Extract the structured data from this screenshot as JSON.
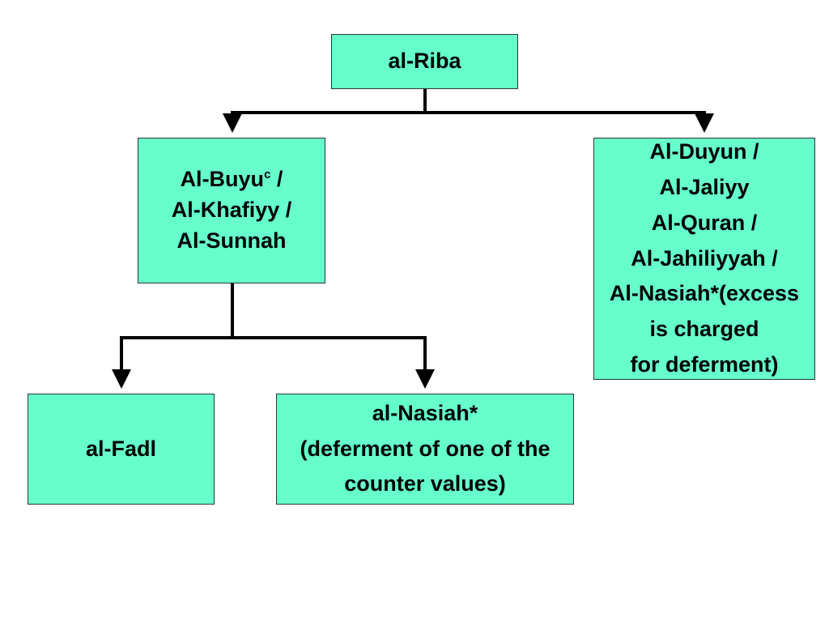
{
  "colors": {
    "node_fill": "#66ffcc",
    "node_border": "#333333",
    "connector": "#000000",
    "background": "#ffffff",
    "text": "#000000"
  },
  "nodes": {
    "root": {
      "lines": [
        "al-Riba"
      ]
    },
    "left": {
      "buyu_text": "Al-Buyu",
      "buyu_sup": "c",
      "buyu_tail": " /",
      "lines": [
        "Al-Khafiyy /",
        "Al-Sunnah"
      ]
    },
    "right": {
      "lines": [
        "Al-Duyun /",
        "Al-Jaliyy",
        "Al-Quran /",
        "Al-Jahiliyyah /",
        "Al-Nasiah*(excess",
        "is charged",
        "for deferment)"
      ]
    },
    "fadl": {
      "lines": [
        "al-Fadl"
      ]
    },
    "nasiah": {
      "lines": [
        "al-Nasiah*",
        "(deferment of one of the",
        "counter values)"
      ]
    }
  }
}
